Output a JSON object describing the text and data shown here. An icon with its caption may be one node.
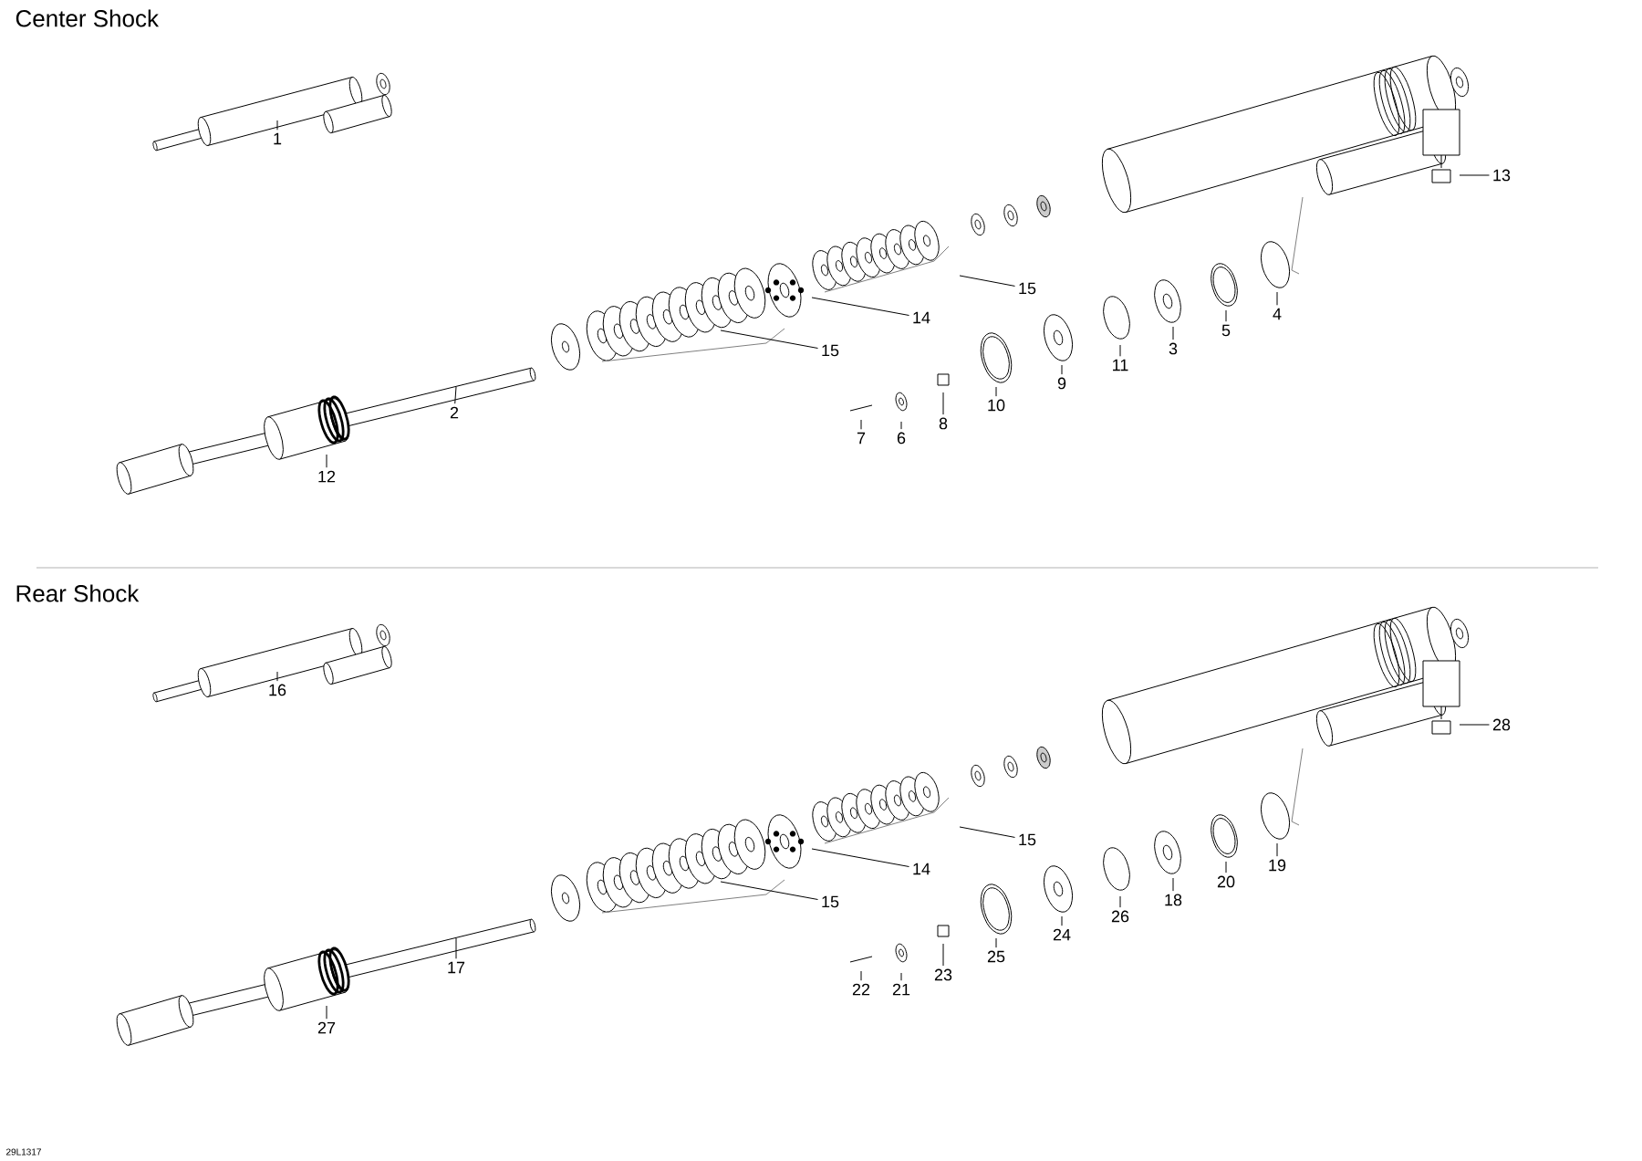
{
  "diagram": {
    "nodes": [
      {
        "text": [
          "1"
        ]
      },
      {
        "text": [
          "13"
        ]
      },
      {
        "text": [
          "15"
        ]
      },
      {
        "text": [
          "14"
        ]
      },
      {
        "text": [
          "4"
        ]
      },
      {
        "text": [
          "5"
        ]
      },
      {
        "text": [
          "3"
        ]
      },
      {
        "text": [
          "15"
        ]
      },
      {
        "text": [
          "11"
        ]
      },
      {
        "text": [
          "9"
        ]
      },
      {
        "text": [
          "10"
        ]
      },
      {
        "text": [
          "8"
        ]
      },
      {
        "text": [
          "2"
        ]
      },
      {
        "text": [
          "7"
        ]
      },
      {
        "text": [
          "6"
        ]
      },
      {
        "text": [
          "12"
        ]
      },
      {
        "text": [
          "16"
        ]
      },
      {
        "text": [
          "28"
        ]
      },
      {
        "text": [
          "15"
        ]
      },
      {
        "text": [
          "14"
        ]
      },
      {
        "text": [
          "19"
        ]
      },
      {
        "text": [
          "20"
        ]
      },
      {
        "text": [
          "18"
        ]
      },
      {
        "text": [
          "15"
        ]
      },
      {
        "text": [
          "26"
        ]
      },
      {
        "text": [
          "24"
        ]
      },
      {
        "text": [
          "25"
        ]
      },
      {
        "text": [
          "23"
        ]
      },
      {
        "text": [
          "17"
        ]
      },
      {
        "text": [
          "22"
        ]
      },
      {
        "text": [
          "21"
        ]
      },
      {
        "text": [
          "27"
        ]
      }
    ],
    "edges": [
      {
        "from": 0,
        "to": null,
        "arrow": "none"
      },
      {
        "from": 1,
        "to": null,
        "arrow": "none"
      },
      {
        "from": 2,
        "to": null,
        "arrow": "none"
      },
      {
        "from": 3,
        "to": null,
        "arrow": "none"
      },
      {
        "from": 4,
        "to": null,
        "arrow": "none"
      },
      {
        "from": 5,
        "to": null,
        "arrow": "none"
      },
      {
        "from": 6,
        "to": null,
        "arrow": "none"
      },
      {
        "from": 7,
        "to": null,
        "arrow": "none"
      },
      {
        "from": 8,
        "to": null,
        "arrow": "none"
      },
      {
        "from": 9,
        "to": null,
        "arrow": "none"
      },
      {
        "from": 10,
        "to": null,
        "arrow": "none"
      },
      {
        "from": 11,
        "to": null,
        "arrow": "none"
      },
      {
        "from": 12,
        "to": null,
        "arrow": "none"
      },
      {
        "from": 13,
        "to": null,
        "arrow": "none"
      },
      {
        "from": 14,
        "to": null,
        "arrow": "none"
      },
      {
        "from": 15,
        "to": null,
        "arrow": "none"
      },
      {
        "from": 16,
        "to": null,
        "arrow": "none"
      },
      {
        "from": 17,
        "to": null,
        "arrow": "none"
      },
      {
        "from": 18,
        "to": null,
        "arrow": "none"
      },
      {
        "from": 19,
        "to": null,
        "arrow": "none"
      },
      {
        "from": 20,
        "to": null,
        "arrow": "none"
      },
      {
        "from": 21,
        "to": null,
        "arrow": "none"
      },
      {
        "from": 22,
        "to": null,
        "arrow": "none"
      },
      {
        "from": 23,
        "to": null,
        "arrow": "none"
      },
      {
        "from": 24,
        "to": null,
        "arrow": "none"
      },
      {
        "from": 25,
        "to": null,
        "arrow": "none"
      },
      {
        "from": 26,
        "to": null,
        "arrow": "none"
      },
      {
        "from": 27,
        "to": null,
        "arrow": "none"
      },
      {
        "from": 28,
        "to": null,
        "arrow": "none"
      },
      {
        "from": 29,
        "to": null,
        "arrow": "none"
      },
      {
        "from": 30,
        "to": null,
        "arrow": "none"
      },
      {
        "from": 31,
        "to": null,
        "arrow": "none"
      }
    ],
    "labels": [
      "Center Shock",
      "Rear Shock",
      "29L1317"
    ]
  }
}
